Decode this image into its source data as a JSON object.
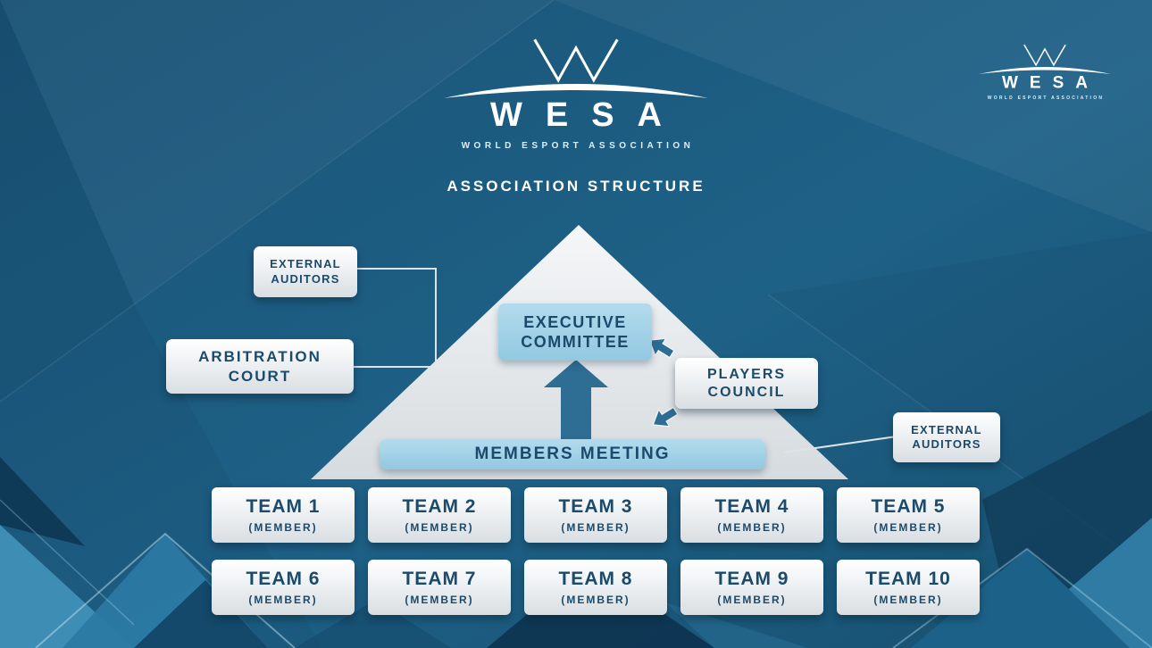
{
  "colors": {
    "deep": "#1b4a6b",
    "steel": "#2e6d94",
    "line": "#dde3e7",
    "blue-top": "#b3dbed",
    "blue-bottom": "#92c8e1",
    "box-bottom": "#d9dee2"
  },
  "logo": {
    "brand": "WESA",
    "tagline": "WORLD ESPORT ASSOCIATION"
  },
  "title": "ASSOCIATION STRUCTURE",
  "diagram": {
    "executive_committee": {
      "lines": [
        "EXECUTIVE",
        "COMMITTEE"
      ]
    },
    "members_meeting": {
      "label": "MEMBERS MEETING"
    },
    "external_auditors_left": {
      "lines": [
        "EXTERNAL",
        "AUDITORS"
      ]
    },
    "arbitration_court": {
      "lines": [
        "ARBITRATION",
        "COURT"
      ]
    },
    "players_council": {
      "lines": [
        "PLAYERS",
        "COUNCIL"
      ]
    },
    "external_auditors_right": {
      "lines": [
        "EXTERNAL",
        "AUDITORS"
      ]
    },
    "teams": [
      {
        "name": "TEAM 1",
        "role": "(MEMBER)"
      },
      {
        "name": "TEAM 2",
        "role": "(MEMBER)"
      },
      {
        "name": "TEAM 3",
        "role": "(MEMBER)"
      },
      {
        "name": "TEAM 4",
        "role": "(MEMBER)"
      },
      {
        "name": "TEAM 5",
        "role": "(MEMBER)"
      },
      {
        "name": "TEAM 6",
        "role": "(MEMBER)"
      },
      {
        "name": "TEAM 7",
        "role": "(MEMBER)"
      },
      {
        "name": "TEAM 8",
        "role": "(MEMBER)"
      },
      {
        "name": "TEAM 9",
        "role": "(MEMBER)"
      },
      {
        "name": "TEAM 10",
        "role": "(MEMBER)"
      }
    ]
  }
}
